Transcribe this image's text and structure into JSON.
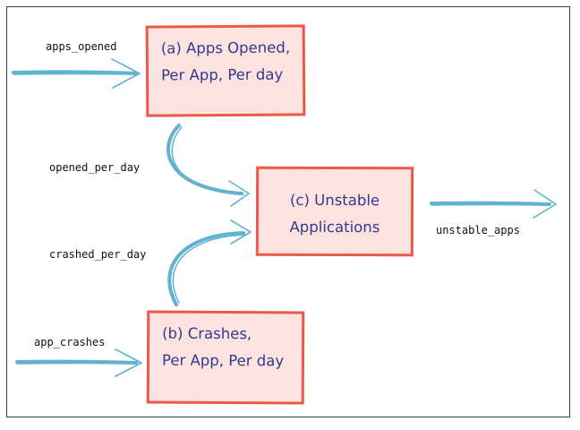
{
  "diagram": {
    "nodes": {
      "apps_opened": {
        "lines": [
          "(a) Apps Opened,",
          "Per App, Per day"
        ]
      },
      "crashes": {
        "lines": [
          "(b) Crashes,",
          "Per App, Per day"
        ]
      },
      "unstable": {
        "lines": [
          "(c) Unstable",
          "Applications"
        ]
      }
    },
    "edges": {
      "apps_opened_in": "apps_opened",
      "opened_per_day": "opened_per_day",
      "crashed_per_day": "crashed_per_day",
      "app_crashes_in": "app_crashes",
      "unstable_apps_out": "unstable_apps"
    },
    "colors": {
      "node_fill": "#fde3e0",
      "node_border": "#ea5b47",
      "node_text": "#2f3a8f",
      "arrow": "#5fb3cf"
    }
  }
}
